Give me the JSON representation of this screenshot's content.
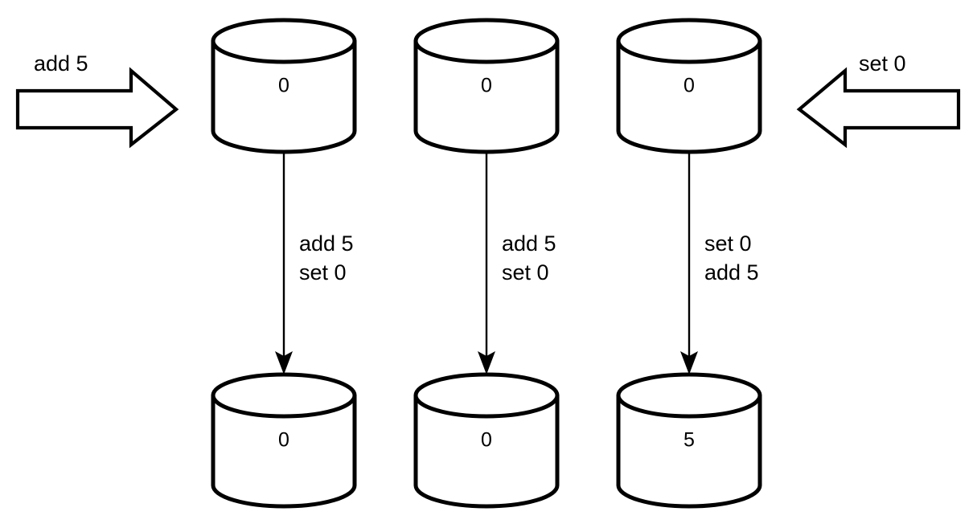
{
  "diagram": {
    "title": "replica-convergence-diagram",
    "background_color": "#ffffff",
    "stroke_color": "#000000",
    "inputs": [
      {
        "id": "input-left",
        "label": "add 5",
        "direction": "right",
        "target_column": 1
      },
      {
        "id": "input-right",
        "label": "set 0",
        "direction": "left",
        "target_column": 3
      }
    ],
    "columns": [
      {
        "id": "column-1",
        "initial": {
          "name": "replica-1-initial",
          "value": "0"
        },
        "operations": {
          "line1": "add 5",
          "line2": "set 0"
        },
        "final": {
          "name": "replica-1-final",
          "value": "0"
        }
      },
      {
        "id": "column-2",
        "initial": {
          "name": "replica-2-initial",
          "value": "0"
        },
        "operations": {
          "line1": "add 5",
          "line2": "set 0"
        },
        "final": {
          "name": "replica-2-final",
          "value": "0"
        }
      },
      {
        "id": "column-3",
        "initial": {
          "name": "replica-3-initial",
          "value": "0"
        },
        "operations": {
          "line1": "set 0",
          "line2": "add 5"
        },
        "final": {
          "name": "replica-3-final",
          "value": "5"
        }
      }
    ]
  }
}
